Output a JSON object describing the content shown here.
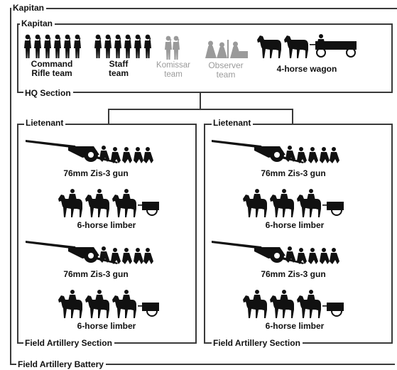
{
  "battery": {
    "label": "Kapitan",
    "footer": "Field Artillery Battery"
  },
  "hq": {
    "label": "Kapitan",
    "footer": "HQ Section",
    "units": [
      {
        "line1": "Command",
        "line2": "Rifle team",
        "greyed": false
      },
      {
        "line1": "Staff",
        "line2": "team",
        "greyed": false
      },
      {
        "line1": "Komissar",
        "line2": "team",
        "greyed": true
      },
      {
        "line1": "Observer",
        "line2": "team",
        "greyed": true
      },
      {
        "line1": "4-horse wagon",
        "line2": "",
        "greyed": false
      }
    ]
  },
  "sections": [
    {
      "label": "Lietenant",
      "footer": "Field Artillery Section",
      "units": [
        "76mm Zis-3 gun",
        "6-horse limber",
        "76mm Zis-3 gun",
        "6-horse limber"
      ]
    },
    {
      "label": "Lietenant",
      "footer": "Field Artillery Section",
      "units": [
        "76mm Zis-3 gun",
        "6-horse limber",
        "76mm Zis-3 gun",
        "6-horse limber"
      ]
    }
  ],
  "colors": {
    "line": "#3a3a3a",
    "figure": "#111111",
    "greyed": "#9a9a9a"
  },
  "icons": {
    "rifle_team": "soldier-group-icon",
    "gun": "field-gun-icon",
    "limber": "horse-limber-icon",
    "wagon": "horse-wagon-icon"
  }
}
